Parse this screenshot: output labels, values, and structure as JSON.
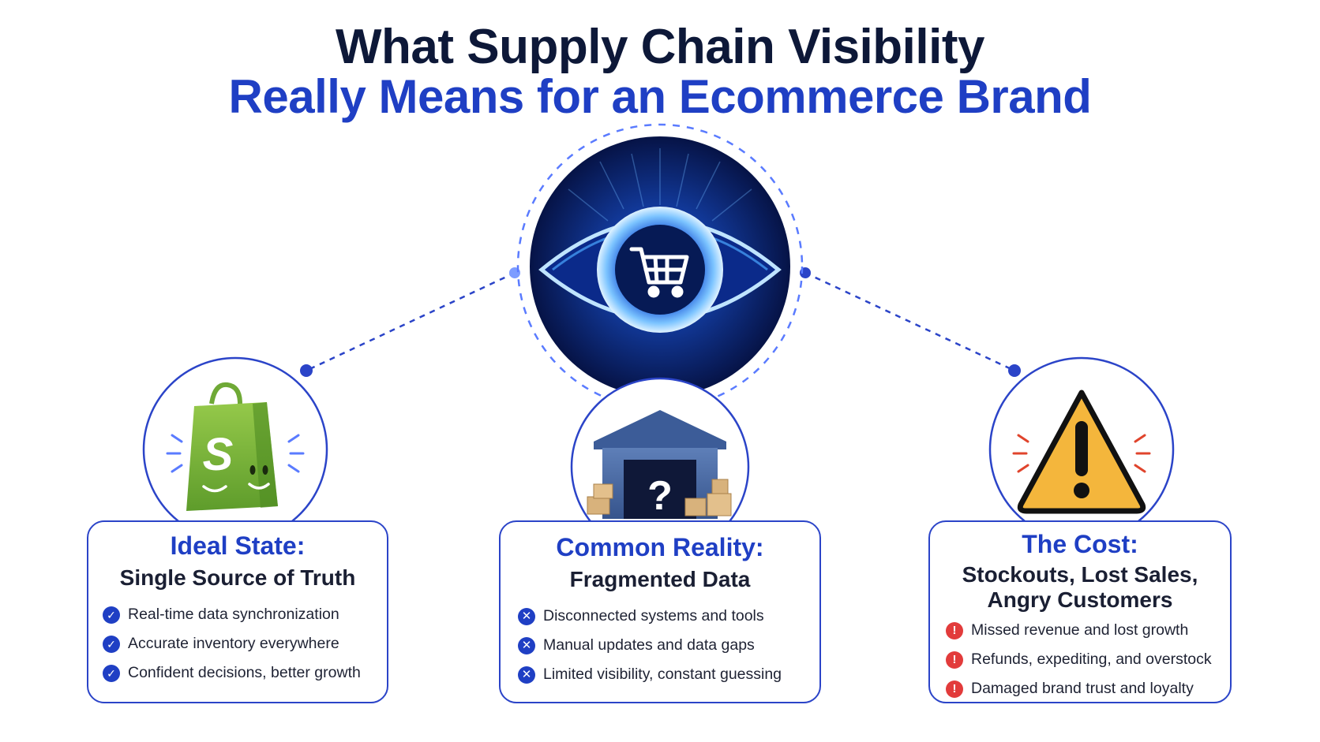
{
  "title": {
    "line1": "What Supply Chain Visibility",
    "line2": "Really Means for an Ecommerce Brand"
  },
  "colors": {
    "navy": "#0d1838",
    "blue": "#1f3fc4",
    "danger": "#e23b3b",
    "shopify_green": "#7cb83e",
    "warning_yellow": "#f4b63c"
  },
  "cards": {
    "ideal": {
      "title": "Ideal State:",
      "subtitle": "Single Source of Truth",
      "icon": "shopify-bag-icon",
      "items": [
        "Real-time data synchronization",
        "Accurate inventory everywhere",
        "Confident decisions, better growth"
      ]
    },
    "reality": {
      "title": "Common Reality:",
      "subtitle": "Fragmented Data",
      "icon": "warehouse-question-icon",
      "items": [
        "Disconnected systems and tools",
        "Manual updates and data gaps",
        "Limited visibility, constant guessing"
      ]
    },
    "cost": {
      "title": "The Cost:",
      "subtitle_line1": "Stockouts, Lost Sales,",
      "subtitle_line2": "Angry Customers",
      "icon": "warning-triangle-icon",
      "items": [
        "Missed revenue and lost growth",
        "Refunds, expediting, and overstock",
        "Damaged brand trust and loyalty"
      ]
    }
  },
  "center_icon": "eye-with-cart-icon"
}
